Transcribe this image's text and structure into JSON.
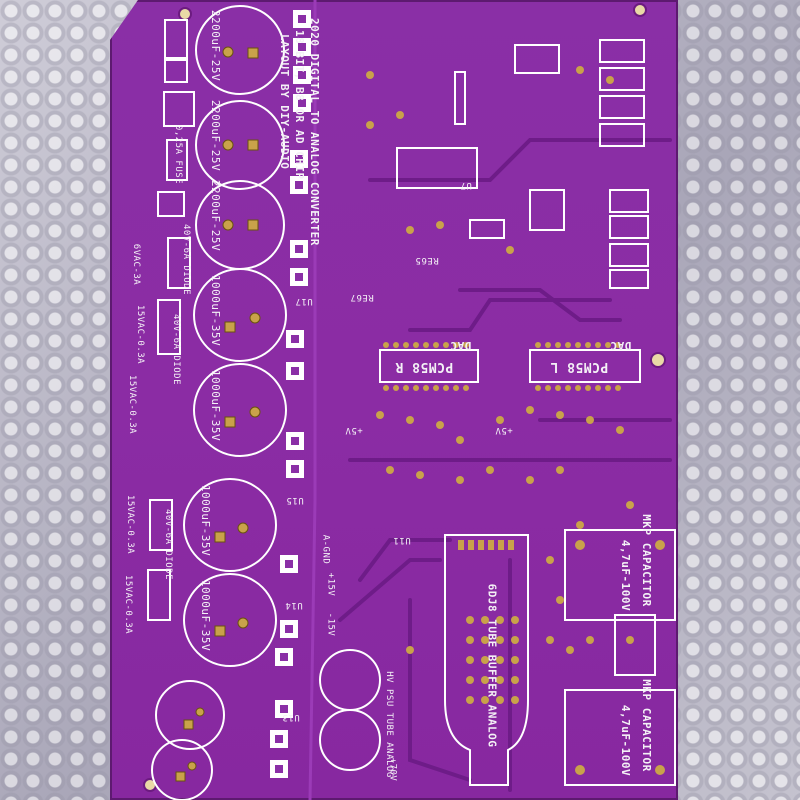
{
  "board": {
    "title_lines": [
      "2020 DIGITAL TO ANALOG CONVERTER",
      "18 BIT, B8 OR AD CHIP",
      "LAYOUT BY DIY-AUDIO"
    ],
    "dac_chips": [
      "PCM58 R",
      "PCM58 L"
    ],
    "dac_tag": "DAC",
    "caps": [
      "2200uF-25V",
      "2200uF-25V",
      "2200uF-25V",
      "1000uF-35V",
      "1000uF-35V",
      "1000uF-35V",
      "1000uF-35V"
    ],
    "diode_labels": [
      "40V-6A DIODE",
      "40V-6A DIODE",
      "40V-6A DIODE"
    ],
    "transformer_labels": [
      "6VAC-3A",
      "15VAC-0.3A",
      "15VAC-0.3A",
      "15VAC-0.3A",
      "15VAC-0.3A"
    ],
    "rail_labels": [
      "+5V",
      "+5V",
      "+15V",
      "-15V",
      "+70V",
      "A-GND"
    ],
    "tube_label": "6DJ8 TUBE BUFFER ANALOG",
    "psu_label": "HV PSU TUBE ANALOG",
    "mkp_caps": [
      {
        "title": "MKP CAPACITOR",
        "value": "4,7uF-100V"
      },
      {
        "title": "MKP CAPACITOR",
        "value": "4,7uF-100V"
      }
    ],
    "fuse_label": "0,25A FUSE",
    "ref_labels": [
      "RE65",
      "RE67",
      "U7",
      "U11",
      "U13",
      "U14",
      "U15",
      "U17"
    ],
    "colors": {
      "board": "#8a2fa6",
      "silk": "#f4f1f6",
      "pad": "#c9a24a",
      "trace": "#7a2293"
    }
  }
}
